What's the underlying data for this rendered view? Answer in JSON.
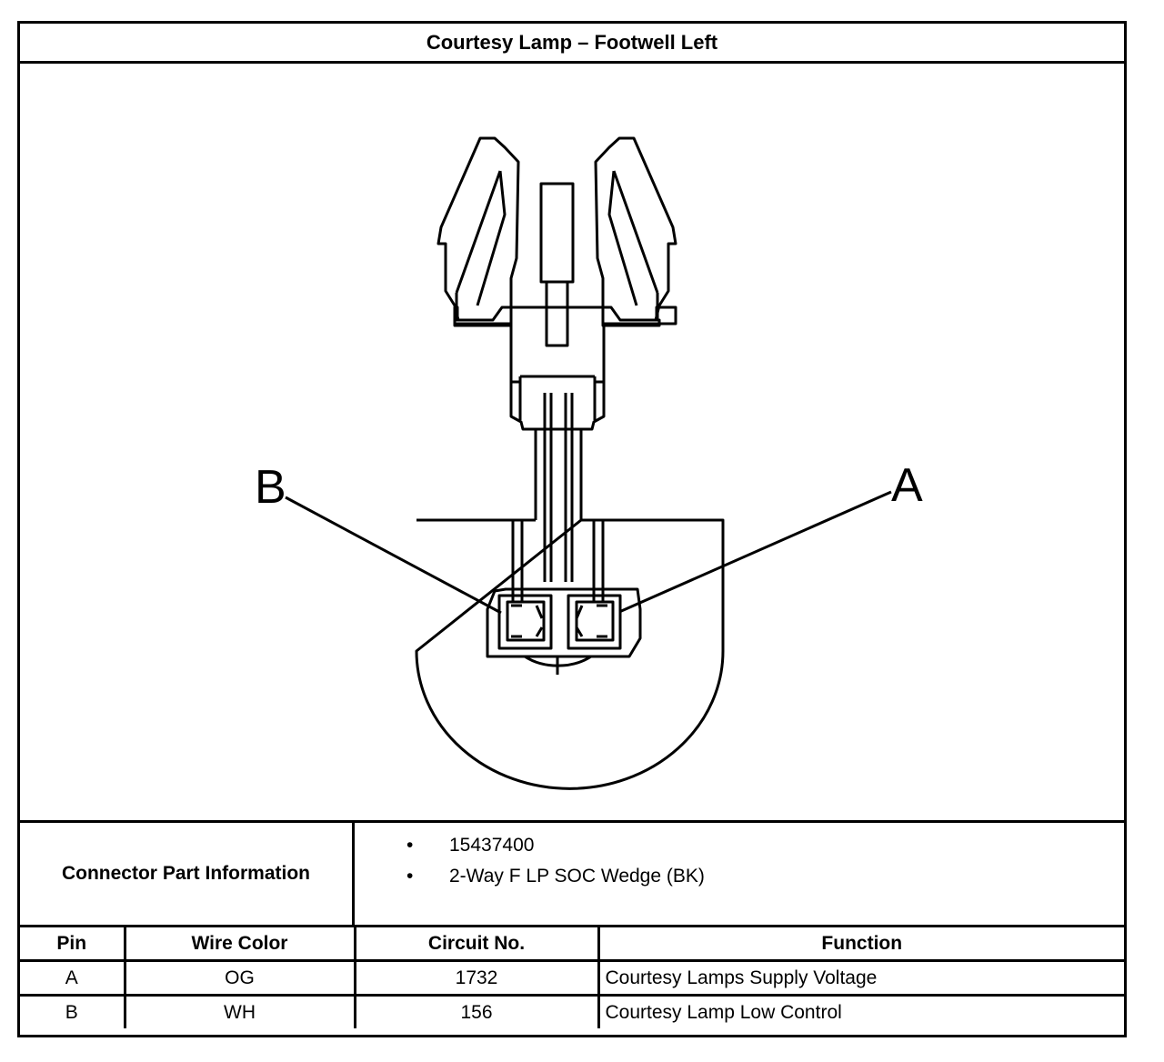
{
  "title": "Courtesy Lamp – Footwell Left",
  "diagram": {
    "pin_labels": [
      "B",
      "A"
    ]
  },
  "connector_info": {
    "label": "Connector Part Information",
    "items": [
      "15437400",
      "2-Way F LP SOC Wedge (BK)"
    ]
  },
  "pin_table": {
    "headers": [
      "Pin",
      "Wire Color",
      "Circuit No.",
      "Function"
    ],
    "rows": [
      [
        "A",
        "OG",
        "1732",
        "Courtesy Lamps Supply Voltage"
      ],
      [
        "B",
        "WH",
        "156",
        "Courtesy Lamp Low Control"
      ]
    ]
  }
}
